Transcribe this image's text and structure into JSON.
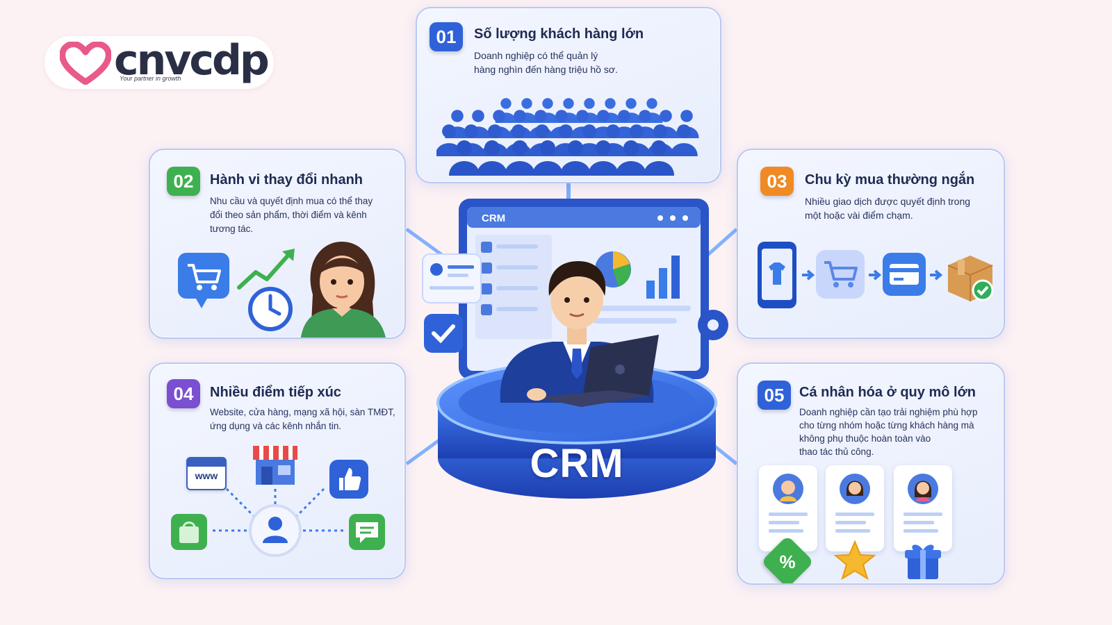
{
  "logo": {
    "name": "cnvcdp",
    "tagline": "Your partner in growth"
  },
  "center": {
    "screen_title": "CRM",
    "platform_label": "CRM"
  },
  "cards": [
    {
      "number": "01",
      "title": "Số lượng khách hàng lớn",
      "desc_lines": [
        "Doanh nghiệp có thể quản lý",
        "hàng nghìn đến hàng triệu hồ sơ."
      ],
      "color": "#2f62d8",
      "icons": [
        "crowd-of-people-icon"
      ]
    },
    {
      "number": "02",
      "title": "Hành vi thay đổi nhanh",
      "desc_lines": [
        "Nhu cầu và quyết định mua có thể thay",
        "đổi theo sản phẩm, thời điểm và kênh",
        "tương tác."
      ],
      "color": "#3fb04f",
      "icons": [
        "shopping-cart-icon",
        "growth-chart-icon",
        "clock-icon",
        "thinking-woman-icon"
      ]
    },
    {
      "number": "03",
      "title": "Chu kỳ mua thường ngắn",
      "desc_lines": [
        "Nhiều giao dịch được quyết định trong",
        "một hoặc vài điểm chạm."
      ],
      "color": "#f08a24",
      "icons": [
        "phone-shirt-icon",
        "cart-icon",
        "credit-card-icon",
        "package-check-icon"
      ]
    },
    {
      "number": "04",
      "title": "Nhiều điểm tiếp xúc",
      "desc_lines": [
        "Website, cửa hàng, mạng xã hội, sàn TMĐT,",
        "ứng dụng và các kênh nhắn tin."
      ],
      "color": "#7a4fd0",
      "icons": [
        "website-icon",
        "store-icon",
        "like-icon",
        "shopping-bag-icon",
        "user-icon",
        "chat-icon"
      ],
      "website_text": "www"
    },
    {
      "number": "05",
      "title": "Cá nhân hóa ở quy mô lớn",
      "desc_lines": [
        "Doanh nghiệp cần tạo trải nghiệm phù hợp",
        "cho từng nhóm hoặc từng khách hàng mà",
        "không phụ thuộc hoàn toàn vào",
        "thao tác thủ công."
      ],
      "color": "#2f62d8",
      "icons": [
        "profile-card-icon",
        "discount-tag-icon",
        "star-icon",
        "gift-icon"
      ],
      "discount_text": "%"
    }
  ],
  "colors": {
    "primary_blue": "#2f62d8",
    "card_border": "#b9c8f2",
    "background": "#fcf2f4",
    "logo_heart": "#e85a8a"
  }
}
